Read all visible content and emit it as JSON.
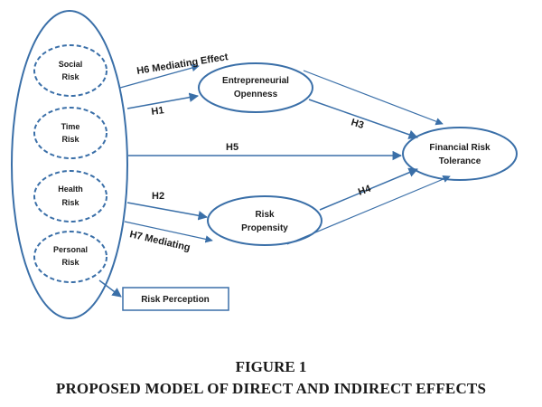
{
  "colors": {
    "stroke": "#3a6fa8",
    "text": "#1a1a1a",
    "background": "#ffffff"
  },
  "risk_items": [
    "Social Risk",
    "Time Risk",
    "Health Risk",
    "Personal Risk"
  ],
  "risk_perception_label": "Risk Perception",
  "constructs": {
    "entrepreneurial_openness": [
      "Entrepreneurial",
      "Openness"
    ],
    "risk_propensity": [
      "Risk",
      "Propensity"
    ],
    "financial_risk_tolerance": [
      "Financial Risk",
      "Tolerance"
    ]
  },
  "paths": {
    "h6": "H6 Mediating Effect",
    "h1": "H1",
    "h5": "H5",
    "h2": "H2",
    "h7": "H7 Mediating",
    "h3": "H3",
    "h4": "H4"
  },
  "caption": {
    "figure": "FIGURE 1",
    "title": "PROPOSED MODEL OF DIRECT AND INDIRECT EFFECTS"
  }
}
